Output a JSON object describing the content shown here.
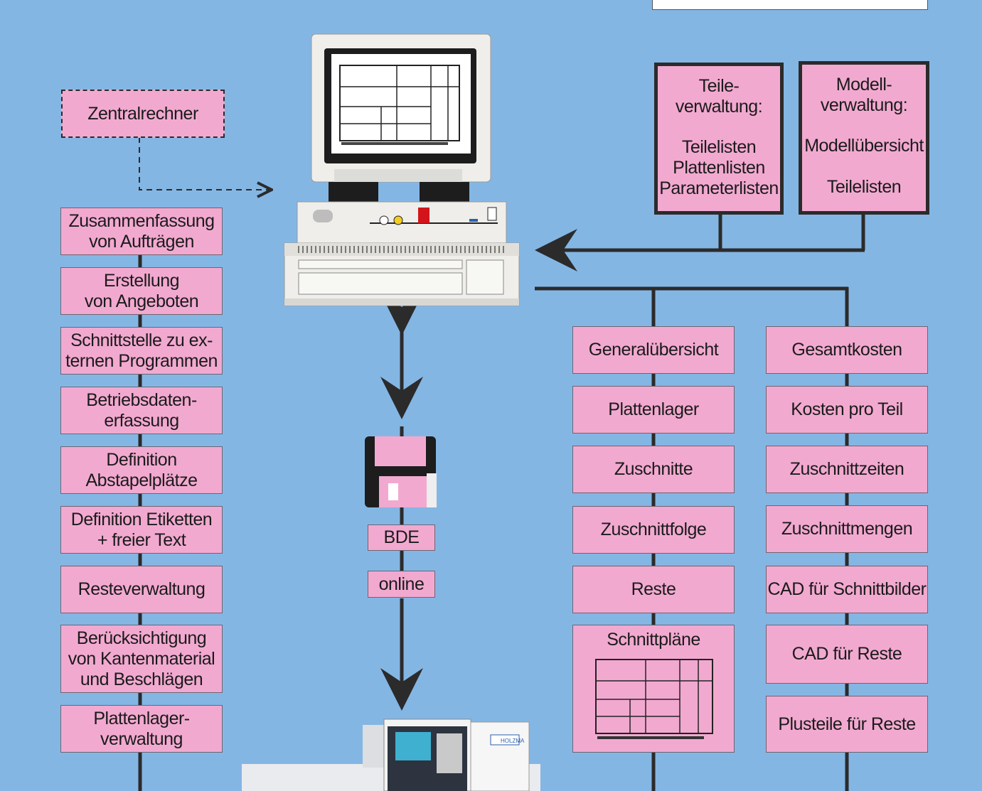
{
  "central_computer": {
    "label": "Zentralrechner"
  },
  "left_column": [
    "Zusammenfassung\nvon Aufträgen",
    "Erstellung\nvon Angeboten",
    "Schnittstelle zu ex-\nternen Programmen",
    "Betriebsdaten-\nerfassung",
    "Definition\nAbstapelplätze",
    "Definition Etiketten\n+ freier Text",
    "Resteverwaltung",
    "Berücksichtigung\nvon Kantenmaterial\nund Beschlägen",
    "Plattenlager-\nverwaltung"
  ],
  "teile": {
    "title": "Teile-\nverwaltung:",
    "items": "Teilelisten\nPlattenlisten\nParameterlisten"
  },
  "modell": {
    "title": "Modell-\nverwaltung:",
    "items": "Modellübersicht\n\nTeilelisten"
  },
  "middle": {
    "bde": "BDE",
    "online": "online"
  },
  "right_column_a": [
    "Generalübersicht",
    "Plattenlager",
    "Zuschnitte",
    "Zuschnittfolge",
    "Reste",
    "Schnittpläne"
  ],
  "right_column_b": [
    "Gesamtkosten",
    "Kosten pro Teil",
    "Zuschnittzeiten",
    "Zuschnittmengen",
    "CAD für Schnittbilder",
    "CAD für Reste",
    "Plusteile für Reste"
  ],
  "machine_brand": "HOLZMA",
  "colors": {
    "background": "#84b6e4",
    "box": "#f2a9d0",
    "line": "#2b2b2b"
  }
}
